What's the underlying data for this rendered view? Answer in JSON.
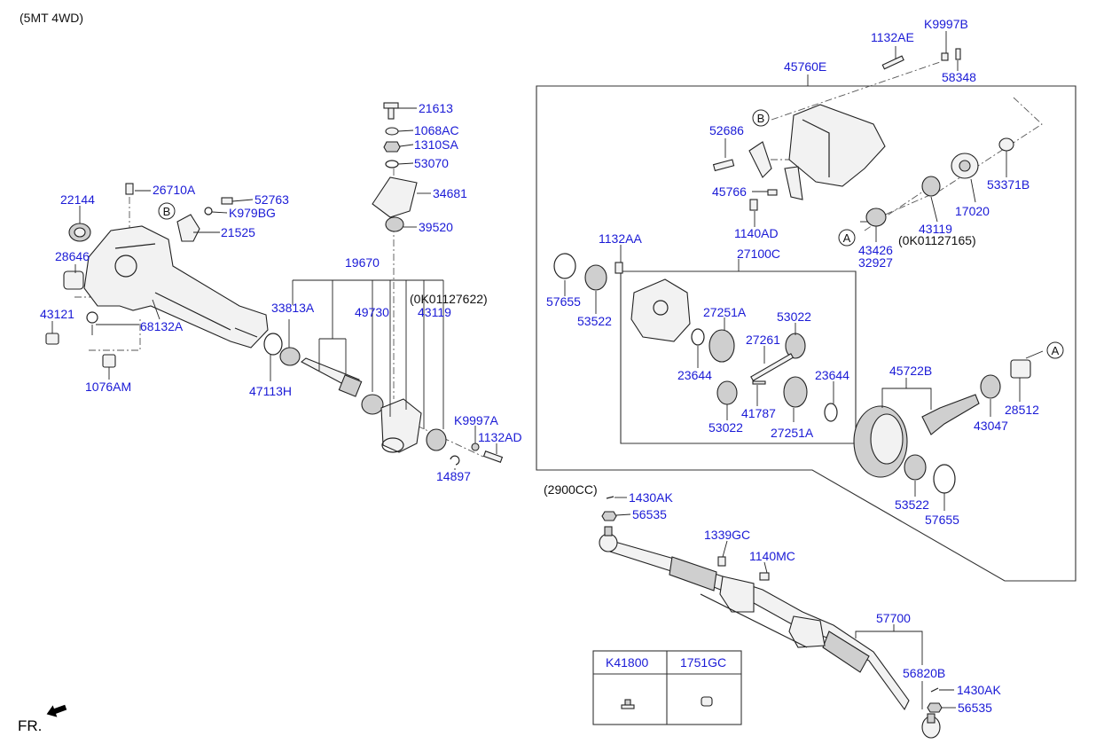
{
  "header": {
    "variant": "(5MT 4WD)"
  },
  "notes": {
    "serial_1": "(0K01127622)",
    "serial_2": "(0K01127165)",
    "engine": "(2900CC)"
  },
  "callouts": {
    "a": "A",
    "b": "B"
  },
  "parts": {
    "p22144": "22144",
    "p26710A": "26710A",
    "p52763": "52763",
    "pK979BG": "K979BG",
    "p21525": "21525",
    "p28646": "28646",
    "p43121": "43121",
    "p68132A": "68132A",
    "p1076AM": "1076AM",
    "p21613": "21613",
    "p1068AC": "1068AC",
    "p1310SA": "1310SA",
    "p53070": "53070",
    "p34681": "34681",
    "p39520": "39520",
    "p19670": "19670",
    "p33813A": "33813A",
    "p49730": "49730",
    "p43119a": "43119",
    "p47113H": "47113H",
    "pK9997A": "K9997A",
    "p1132AD": "1132AD",
    "p14897": "14897",
    "p1132AE": "1132AE",
    "pK9997B": "K9997B",
    "p58348": "58348",
    "p45760E": "45760E",
    "p52686": "52686",
    "p45766": "45766",
    "p1140AD": "1140AD",
    "p53371B": "53371B",
    "p17020": "17020",
    "p43119b": "43119",
    "p43426": "43426",
    "p32927": "32927",
    "p1132AA": "1132AA",
    "p27100C": "27100C",
    "p57655a": "57655",
    "p53522a": "53522",
    "p27251Aa": "27251A",
    "p53022a": "53022",
    "p27261": "27261",
    "p23644a": "23644",
    "p23644b": "23644",
    "p41787": "41787",
    "p53022b": "53022",
    "p27251Ab": "27251A",
    "p45722B": "45722B",
    "p28512": "28512",
    "p43047": "43047",
    "p53522b": "53522",
    "p57655b": "57655",
    "p1430AKa": "1430AK",
    "p56535a": "56535",
    "p1339GC": "1339GC",
    "p1140MC": "1140MC",
    "p57700": "57700",
    "p56820B": "56820B",
    "p1430AKb": "1430AK",
    "p56535b": "56535"
  },
  "table": {
    "col1": "K41800",
    "col2": "1751GC"
  },
  "footer": {
    "direction": "FR."
  },
  "colors": {
    "label": "#1a1ad6",
    "line": "#222222",
    "background": "#ffffff"
  }
}
